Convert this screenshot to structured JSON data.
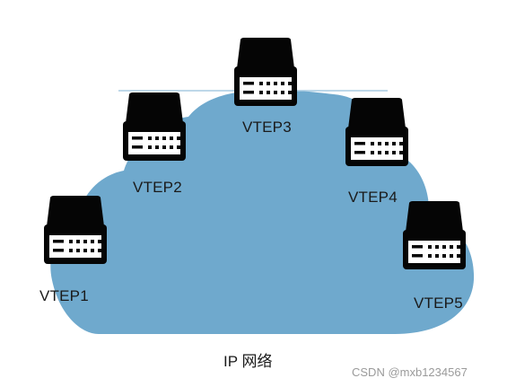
{
  "network": {
    "label": "IP 网络",
    "cloud_color": "#6fa9cd"
  },
  "devices": [
    {
      "name": "VTEP1"
    },
    {
      "name": "VTEP2"
    },
    {
      "name": "VTEP3"
    },
    {
      "name": "VTEP4"
    },
    {
      "name": "VTEP5"
    }
  ],
  "device_icon": "switch-icon",
  "colors": {
    "device_body": "#050505",
    "device_panel": "#ffffff",
    "cloud": "#6fa9cd"
  },
  "watermark": "CSDN @mxb1234567"
}
